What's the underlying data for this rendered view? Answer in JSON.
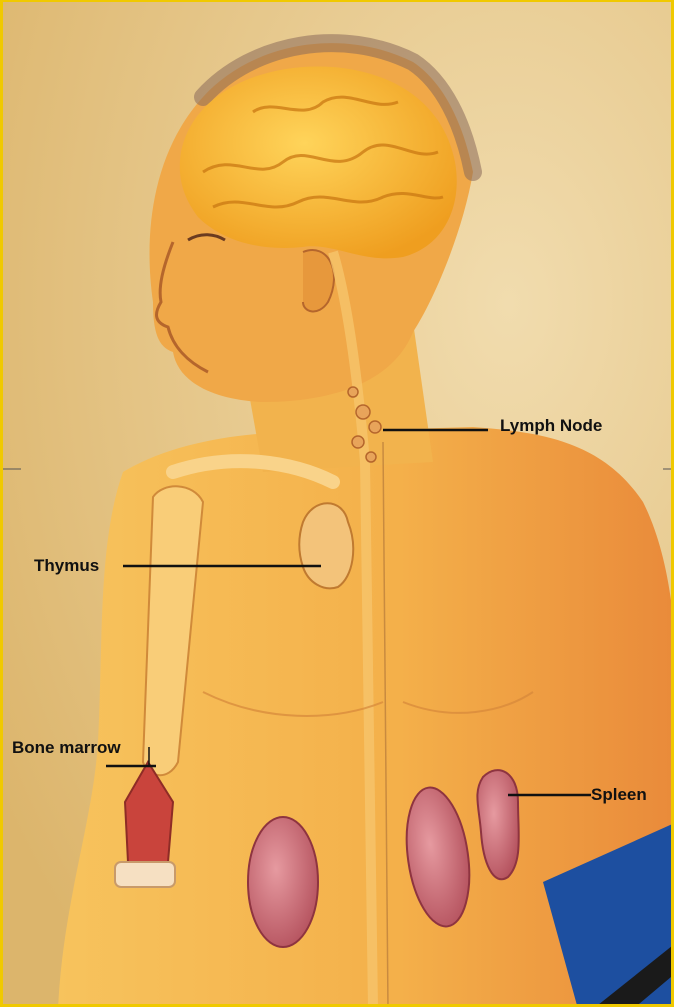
{
  "colors": {
    "frame": "#f0c900",
    "background": "#e9c98a",
    "skin": "#f1b24a",
    "brain": "#f6b92c",
    "organ": "#c9646b",
    "leader_line": "#111111",
    "corner_panel": "#1d4fa0"
  },
  "labels": {
    "lymph_node": "Lymph Node",
    "thymus": "Thymus",
    "bone_marrow": "Bone marrow",
    "spleen": "Spleen"
  }
}
